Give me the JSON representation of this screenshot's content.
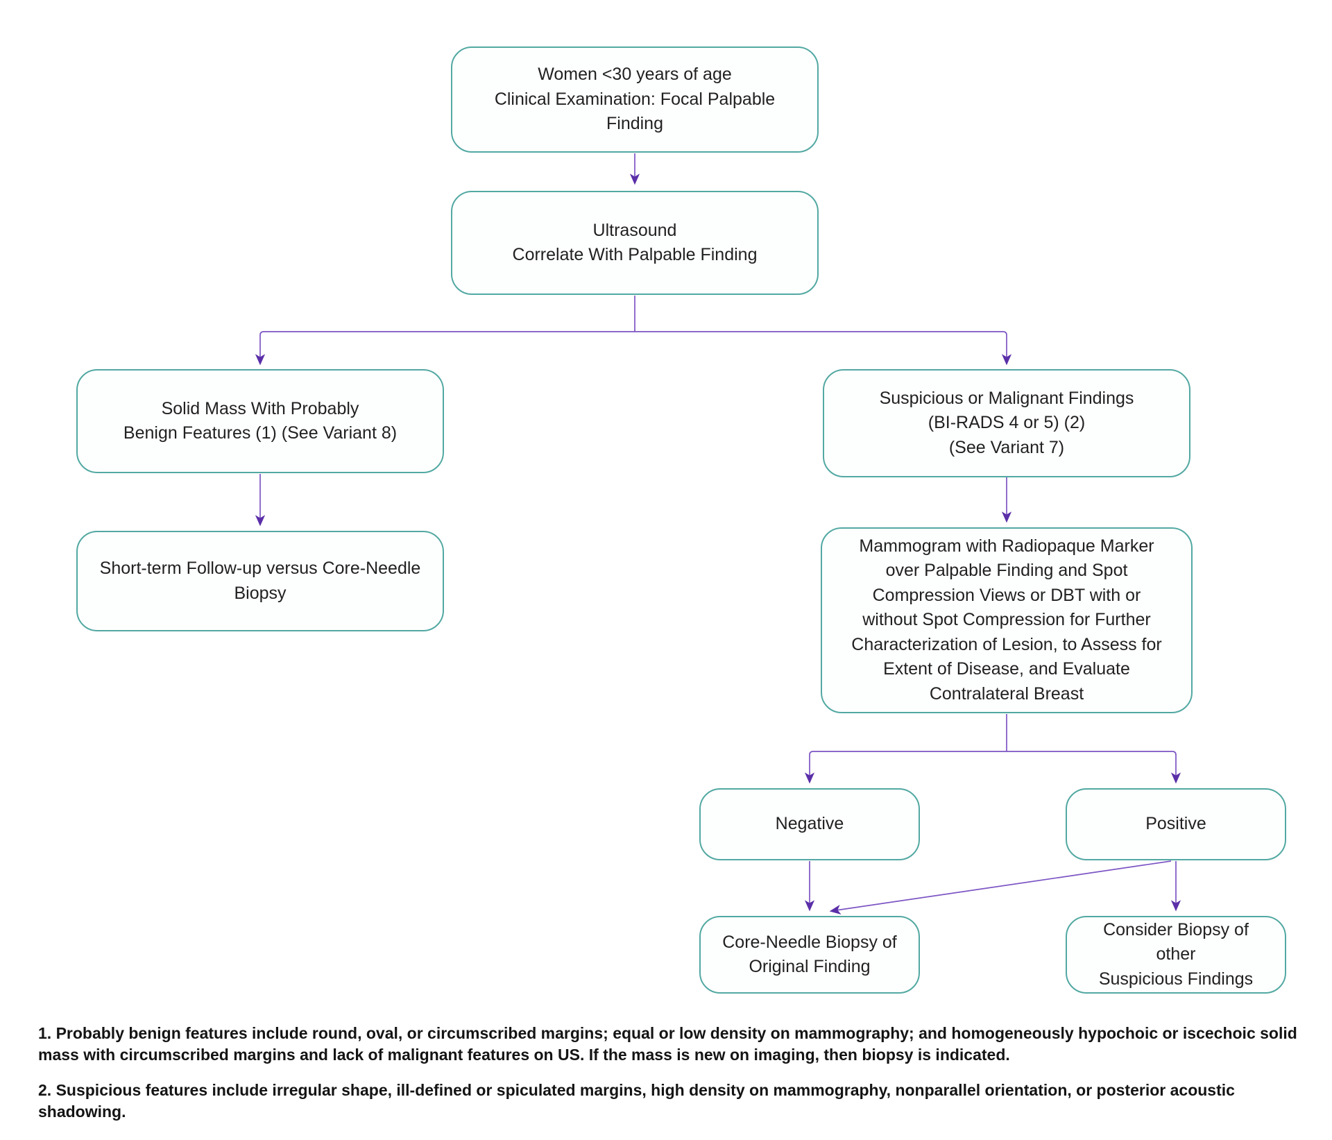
{
  "colors": {
    "box_border": "#52a8a2",
    "box_fill": "#fdfffe",
    "arrow": "#7c54c4",
    "arrow_head": "#5b2fa8",
    "text": "#212121",
    "footnote": "#141414"
  },
  "nodes": {
    "start": {
      "label": "Women <30 years of age\nClinical Examination: Focal Palpable\nFinding"
    },
    "ultrasound": {
      "label": "Ultrasound\nCorrelate With Palpable Finding"
    },
    "solid_mass": {
      "label": "Solid Mass With Probably\nBenign Features (1) (See Variant 8)"
    },
    "short_term_followup": {
      "label": "Short-term Follow-up versus Core-Needle\nBiopsy"
    },
    "suspicious_findings": {
      "label": "Suspicious or Malignant Findings\n(BI-RADS 4 or 5) (2)\n(See Variant 7)"
    },
    "mammogram": {
      "label": "Mammogram with Radiopaque Marker\nover Palpable Finding and Spot\nCompression Views or DBT with or\nwithout Spot Compression for Further\nCharacterization of Lesion, to Assess for\nExtent of Disease, and Evaluate\nContralateral Breast"
    },
    "negative": {
      "label": "Negative"
    },
    "positive": {
      "label": "Positive"
    },
    "core_needle_biopsy": {
      "label": "Core-Needle Biopsy of\nOriginal Finding"
    },
    "consider_biopsy": {
      "label": "Consider Biopsy of other\nSuspicious Findings"
    }
  },
  "footnotes": [
    {
      "text": "1. Probably benign features include round, oval, or circumscribed margins; equal or low density on mammography; and homogeneously hypochoic or iscechoic solid\nmass with circumscribed margins and lack of malignant features on US. If the mass is new on imaging, then biopsy is indicated."
    },
    {
      "text": "2. Suspicious features include irregular shape, ill-defined or spiculated margins, high density on mammography, nonparallel orientation, or posterior acoustic shadowing."
    }
  ]
}
